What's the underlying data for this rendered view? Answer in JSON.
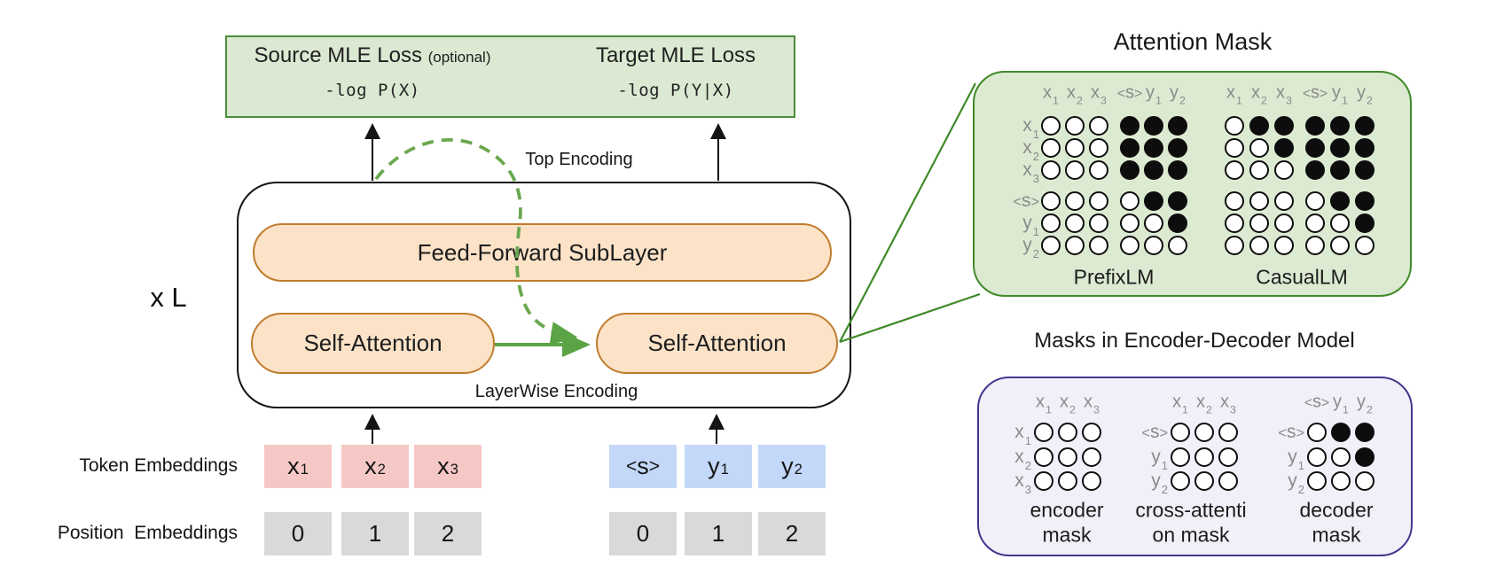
{
  "loss_box": {
    "source_title": "Source MLE Loss",
    "source_optional": "(optional)",
    "source_formula": "-log P(X)",
    "target_title": "Target MLE Loss",
    "target_formula": "-log P(Y|X)"
  },
  "model": {
    "repeat_label": "x L",
    "feed_forward_label": "Feed-Forward SubLayer",
    "self_attention_left_label": "Self-Attention",
    "self_attention_right_label": "Self-Attention",
    "top_encoding_label": "Top Encoding",
    "layerwise_encoding_label": "LayerWise Encoding"
  },
  "embeddings": {
    "token_label": "Token Embeddings",
    "position_label": "Position  Embeddings",
    "source_tokens": [
      "x1",
      "x2",
      "x3"
    ],
    "target_tokens": [
      "<s>",
      "y1",
      "y2"
    ],
    "source_positions": [
      "0",
      "1",
      "2"
    ],
    "target_positions": [
      "0",
      "1",
      "2"
    ]
  },
  "attention_mask_panel": {
    "title": "Attention Mask",
    "col_tokens": [
      "x1",
      "x2",
      "x3",
      "<s>",
      "y1",
      "y2"
    ],
    "row_tokens": [
      "x1",
      "x2",
      "x3",
      "<s>",
      "y1",
      "y2"
    ],
    "grids": [
      {
        "name": "PrefixLM",
        "mask": [
          "000111",
          "000111",
          "000111",
          "000011",
          "000001",
          "000000"
        ]
      },
      {
        "name": "CasualLM",
        "mask": [
          "011111",
          "001111",
          "000111",
          "000011",
          "000001",
          "000000"
        ]
      }
    ]
  },
  "encoder_decoder_panel": {
    "title": "Masks in Encoder-Decoder Model",
    "grids": [
      {
        "caption_lines": [
          "encoder",
          "mask"
        ],
        "col_tokens": [
          "x1",
          "x2",
          "x3"
        ],
        "row_tokens": [
          "x1",
          "x2",
          "x3"
        ],
        "mask": [
          "000",
          "000",
          "000"
        ]
      },
      {
        "caption_lines": [
          "cross-attenti",
          "on mask"
        ],
        "col_tokens": [
          "x1",
          "x2",
          "x3"
        ],
        "row_tokens": [
          "<s>",
          "y1",
          "y2"
        ],
        "mask": [
          "000",
          "000",
          "000"
        ]
      },
      {
        "caption_lines": [
          "decoder",
          "mask"
        ],
        "col_tokens": [
          "<s>",
          "y1",
          "y2"
        ],
        "row_tokens": [
          "<s>",
          "y1",
          "y2"
        ],
        "mask": [
          "011",
          "001",
          "000"
        ]
      }
    ]
  },
  "colors": {
    "loss_fill": "#dbe9d2",
    "loss_border": "#4c8c3a",
    "mask_panel_fill": "#dcead2",
    "mask_panel_border": "#3f8a28",
    "ed_panel_fill": "#f1f0f8",
    "ed_panel_border": "#42378d",
    "sublayer_fill": "#fce3c8",
    "sublayer_border": "#c07c2e",
    "source_token_fill": "#f5c8c6",
    "target_token_fill": "#c3d8f8",
    "position_fill": "#d9d9d9",
    "green_arrow": "#5ba344",
    "gray_label": "#8a8a8a",
    "mask_dot": "#0d0d0d"
  }
}
